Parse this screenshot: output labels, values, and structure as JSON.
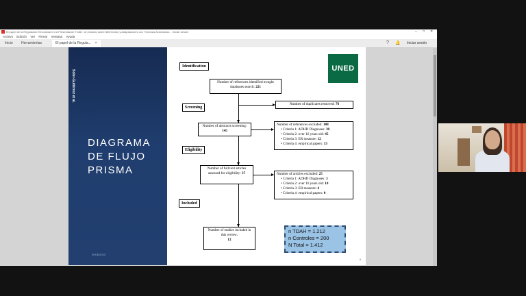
{
  "window": {
    "title": "El papel de la Regulación Emocional en la Presentación TDAH. Un estudio sobre diferencias y Adaptaciones con Técnicas Avanzadas… Iniciar sesión",
    "minimize": "–",
    "maximize": "□",
    "close": "✕"
  },
  "menu": [
    "Archivo",
    "Edición",
    "Ver",
    "Firmar",
    "Ventana",
    "Ayuda"
  ],
  "tabs": [
    {
      "label": "Inicio"
    },
    {
      "label": "Herramientas"
    },
    {
      "label": "El papel de la Regula...",
      "close": "×"
    }
  ],
  "toolbar": {
    "help_icon": "?",
    "bell_icon": "🔔",
    "signin_label": "Iniciar sesión"
  },
  "slide_left": {
    "author": "Soler-Gutiérrez et al.",
    "title_lines": [
      "DIAGRAMA",
      "DE FLUJO",
      "PRISMA"
    ],
    "date": "30/06/2023"
  },
  "slide_right": {
    "logo_text": "UNED",
    "stages": {
      "identification": "Identification",
      "screening": "Screening",
      "eligibility": "Eligibility",
      "included": "Included"
    },
    "boxes": {
      "identified": {
        "text": "Number of references identified trought databases search:",
        "value": "221"
      },
      "duplicates": {
        "text": "Number of duplicates removed:",
        "value": "76"
      },
      "abstracts": {
        "text": "Number of abstracts screening:",
        "value": "145"
      },
      "excluded_refs": {
        "title": "Number of references excluded:",
        "title_value": "108",
        "items": [
          {
            "text": "Criteria 1: ADHD Diagnoses:",
            "value": "38"
          },
          {
            "text": "Criteria 2: over 16 years old:",
            "value": "45"
          },
          {
            "text": "Criteria 3: ER measure:",
            "value": "12"
          },
          {
            "text": "Criteria 4: empirical papers:",
            "value": "13"
          }
        ]
      },
      "fulltext": {
        "text": "Number of full text articles assessed for eligibility:",
        "value": "37"
      },
      "excluded_articles": {
        "title": "Number of articles excluded:",
        "title_value": "25",
        "items": [
          {
            "text": "Criteria 1: ADHD Diagnoses:",
            "value": "3"
          },
          {
            "text": "Criteria 2: over 16 years old:",
            "value": "18"
          },
          {
            "text": "Criteria 3: ER measure:",
            "value": "4"
          },
          {
            "text": "Criteria 4: empirical papers:",
            "value": "0"
          }
        ]
      },
      "included": {
        "text": "Number of studies included in this review:",
        "value": "12"
      }
    },
    "summary": [
      "n TDAH = 1.212",
      "n Controles = 200",
      "N Total = 1.412"
    ],
    "page_number": "6"
  }
}
